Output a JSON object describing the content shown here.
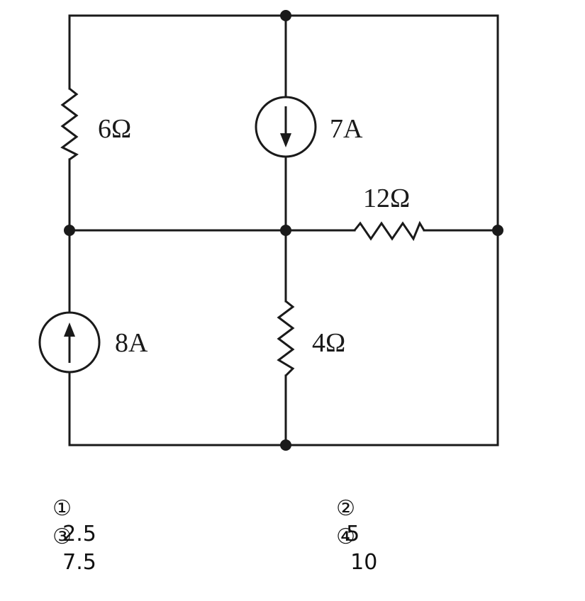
{
  "diagram": {
    "components": {
      "r_left": {
        "label": "6Ω"
      },
      "src_top": {
        "label": "7A"
      },
      "r_right": {
        "label": "12Ω"
      },
      "src_bottom": {
        "label": "8A"
      },
      "r_bottom": {
        "label": "4Ω"
      }
    }
  },
  "answers": [
    {
      "marker": "①",
      "value": "2.5"
    },
    {
      "marker": "②",
      "value": "5"
    },
    {
      "marker": "③",
      "value": "7.5"
    },
    {
      "marker": "④",
      "value": "10"
    }
  ]
}
